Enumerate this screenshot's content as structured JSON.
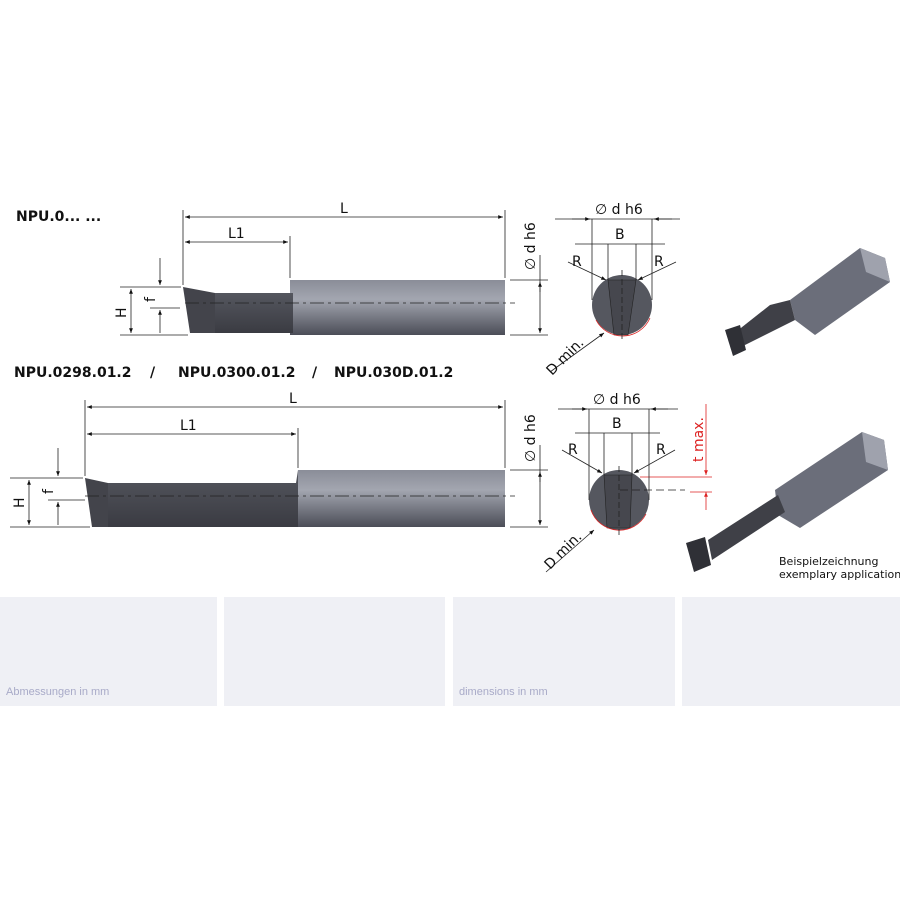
{
  "titles": {
    "top": "NPU.0... ...",
    "bottom": [
      "NPU.0298.01.2",
      "/",
      "NPU.0300.01.2",
      "/",
      "NPU.030D.01.2"
    ]
  },
  "dims": {
    "L": "L",
    "L1": "L1",
    "H": "H",
    "f": "f",
    "d_h6": "∅ d h6",
    "d_h6_side": "∅ d h6",
    "B": "B",
    "R": "R",
    "D_min": "D min.",
    "t_max": "t max."
  },
  "caption": [
    "Beispielzeichnung",
    "exemplary application"
  ],
  "panels": {
    "de": "Abmessungen in mm",
    "en": "dimensions in mm"
  },
  "colors": {
    "tool": "#4a4c55",
    "shank": "#6b6e7a",
    "accent": "#d22222",
    "panel": "#eff0f5"
  }
}
